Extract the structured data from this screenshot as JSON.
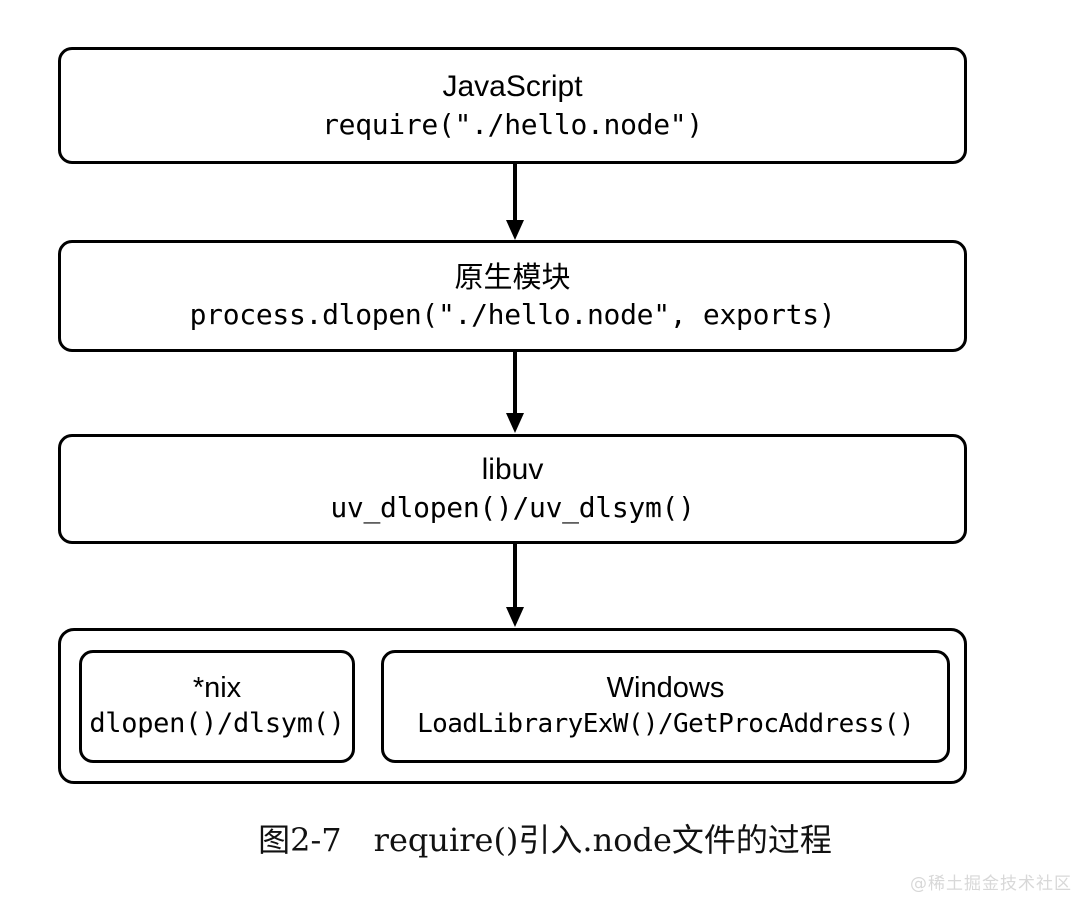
{
  "figure": {
    "caption": "图2-7　require()引入.node文件的过程",
    "watermark": "@稀土掘金技术社区",
    "stroke_color": "#000000",
    "background_color": "#ffffff",
    "watermark_color": "#d8d8d8"
  },
  "nodes": [
    {
      "id": "javascript",
      "title": "JavaScript",
      "code": "require(\"./hello.node\")"
    },
    {
      "id": "native-module",
      "title": "原生模块",
      "code": "process.dlopen(\"./hello.node\", exports)"
    },
    {
      "id": "libuv",
      "title": "libuv",
      "code": "uv_dlopen()/uv_dlsym()"
    },
    {
      "id": "platform",
      "title": "",
      "code": "",
      "children": [
        {
          "id": "nix",
          "title": "*nix",
          "code": "dlopen()/dlsym()"
        },
        {
          "id": "windows",
          "title": "Windows",
          "code": "LoadLibraryExW()/GetProcAddress()"
        }
      ]
    }
  ],
  "arrows": [
    {
      "id": "js-to-native",
      "from": "javascript",
      "to": "native-module",
      "direction": "down"
    },
    {
      "id": "native-to-libuv",
      "from": "native-module",
      "to": "libuv",
      "direction": "down"
    },
    {
      "id": "libuv-to-platform",
      "from": "libuv",
      "to": "platform",
      "direction": "down"
    }
  ]
}
